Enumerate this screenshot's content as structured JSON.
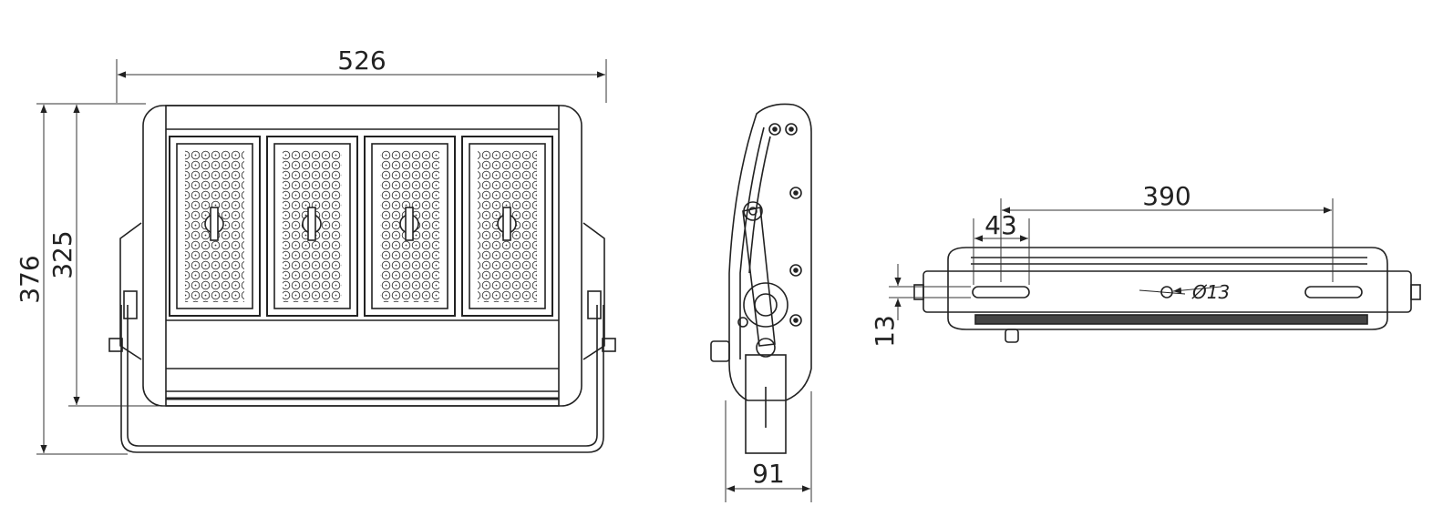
{
  "dimensions": {
    "width": "526",
    "height_total": "376",
    "height_body": "325",
    "depth": "91",
    "mount_spacing": "390",
    "slot_length": "43",
    "slot_width": "13",
    "hole_diameter": "Ø13"
  },
  "colors": {
    "line": "#222222",
    "thin": "#555555"
  }
}
